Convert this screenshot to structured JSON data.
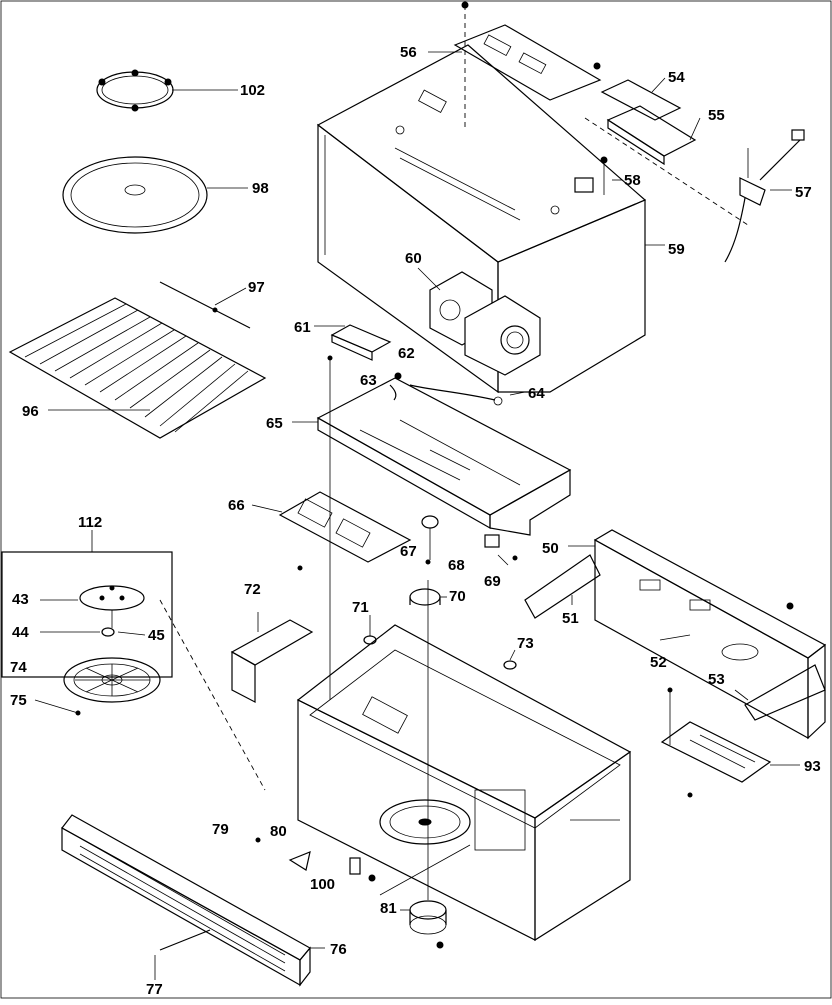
{
  "callouts": {
    "c102": "102",
    "c98": "98",
    "c97": "97",
    "c96": "96",
    "c56a": "56",
    "c54": "54",
    "c55": "55",
    "c57": "57",
    "c58": "58",
    "c59": "59",
    "c60": "60",
    "c61": "61",
    "c62": "62",
    "c63": "63",
    "c64": "64",
    "c65": "65",
    "c66": "66",
    "c67": "67",
    "c68": "68",
    "c69": "69",
    "c70": "70",
    "c50": "50",
    "c51": "51",
    "c52": "52",
    "c53": "53",
    "c71": "71",
    "c72": "72",
    "c73": "73",
    "c112": "112",
    "c43": "43",
    "c44": "44",
    "c45": "45",
    "c74": "74",
    "c75": "75",
    "c93": "93",
    "c79": "79",
    "c80": "80",
    "c100": "100",
    "c81": "81",
    "c76": "76",
    "c77": "77"
  }
}
